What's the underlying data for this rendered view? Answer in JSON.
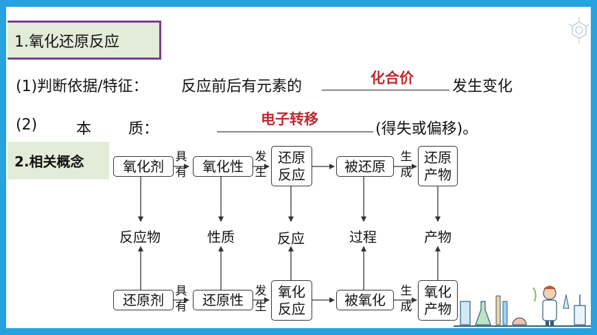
{
  "section1": {
    "title": "1.氧化还原反应"
  },
  "q1": {
    "label": "(1)判断依据/特征：",
    "text_before": "反应前后有元素的",
    "answer": "化合价",
    "text_after": "发生变化"
  },
  "q2": {
    "label_num": "(2)",
    "label_char1": "本",
    "label_char2": "质：",
    "answer": "电子转移",
    "text_after": "(得失或偏移)。"
  },
  "section2": {
    "title": "2.相关概念"
  },
  "top_row": {
    "b1": "氧化剂",
    "c1": [
      "具",
      "有"
    ],
    "b2": "氧化性",
    "c2": [
      "发",
      "生"
    ],
    "b3": [
      "还原",
      "反应"
    ],
    "b4": "被还原",
    "c3": [
      "生",
      "成"
    ],
    "b5": [
      "还原",
      "产物"
    ]
  },
  "mid_row": {
    "m1": "反应物",
    "m2": "性质",
    "m3": "反应",
    "m4": "过程",
    "m5": "产物"
  },
  "bot_row": {
    "b1": "还原剂",
    "c1": [
      "具",
      "有"
    ],
    "b2": "还原性",
    "c2": [
      "发",
      "生"
    ],
    "b3": [
      "氧化",
      "反应"
    ],
    "b4": "被氧化",
    "c3": [
      "生",
      "成"
    ],
    "b5": [
      "氧化",
      "产物"
    ]
  },
  "colors": {
    "border": "#26a2e0",
    "header_bg": "#e3ecd9",
    "header_border": "#7b3a90",
    "answer": "#c0282d"
  },
  "icons": [
    "benzene-icon",
    "lab-equipment-illustration"
  ]
}
